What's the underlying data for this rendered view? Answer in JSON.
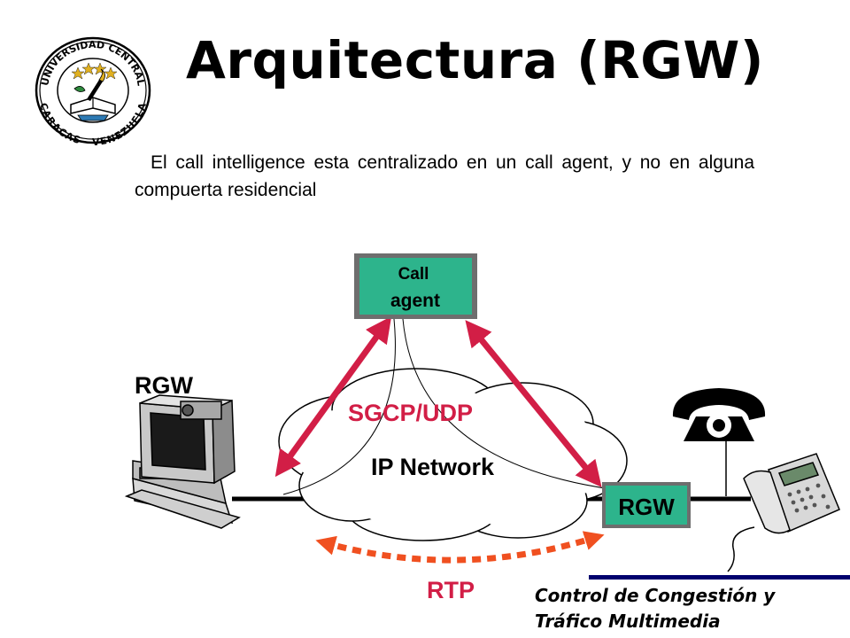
{
  "title": "Arquitectura (RGW)",
  "description": "El call intelligence esta centralizado en un call agent, y no en alguna compuerta residencial",
  "footer": {
    "line1": "Control de Congestión y",
    "line2": "Tráfico Multimedia"
  },
  "logo": {
    "top_text": "UNIVERSIDAD CENTRAL",
    "bottom_text": "CARACAS - VENEZUELA"
  },
  "diagram": {
    "call_agent": {
      "line1": "Call",
      "line2": "agent",
      "fill": "#2db48c"
    },
    "rgw_left": "RGW",
    "rgw_right": "RGW",
    "protocol_label": "SGCP/UDP",
    "network_label": "IP Network",
    "rtp_label": "RTP",
    "arrow_color": "#d21e46",
    "rtp_color": "#f05020",
    "rgw_box_fill": "#2db48c"
  },
  "icons": [
    "university-seal-icon",
    "computer-icon",
    "telephone-icon",
    "desk-phone-icon"
  ]
}
